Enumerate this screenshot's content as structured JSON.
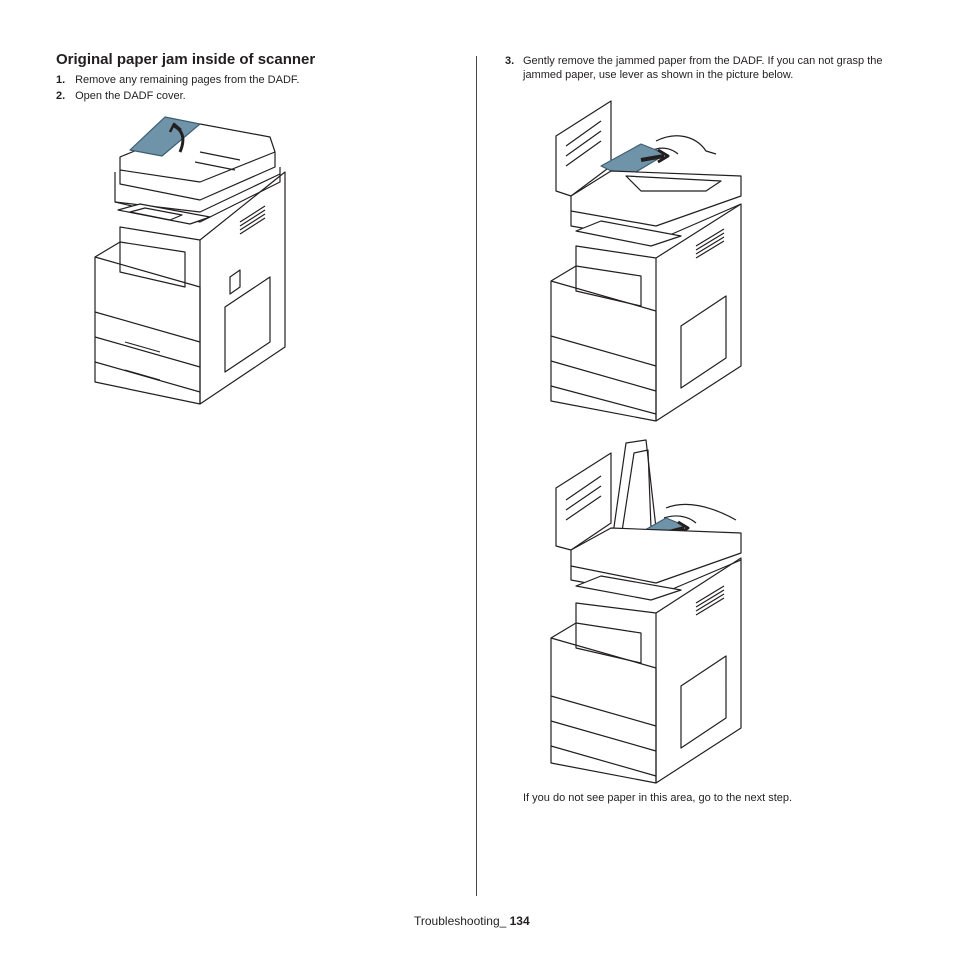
{
  "section": {
    "title": "Original paper jam inside of scanner"
  },
  "steps": [
    {
      "number": "1.",
      "text": "Remove any remaining pages from the DADF."
    },
    {
      "number": "2.",
      "text": "Open the DADF cover."
    },
    {
      "number": "3.",
      "text": "Gently remove the jammed paper from the DADF. If you can not grasp the jammed paper, use lever as shown in the picture below."
    }
  ],
  "note": "If you do not see paper in this area, go to the next step.",
  "footer": {
    "chapter": "Troubleshooting_ ",
    "page": "134"
  },
  "colors": {
    "paper_highlight": "#6f93a8",
    "line": "#231f20"
  }
}
